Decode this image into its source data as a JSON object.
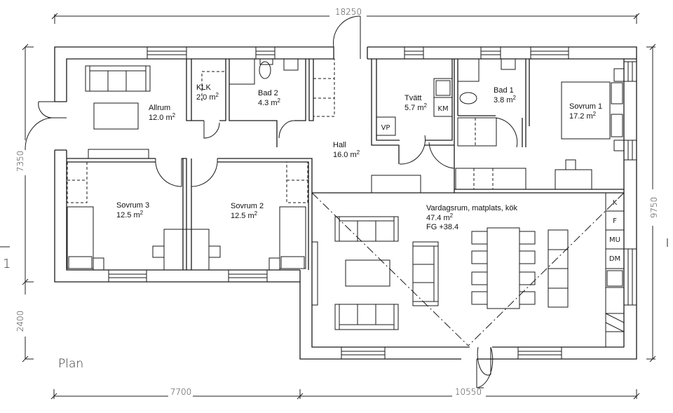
{
  "plan": {
    "title": "Plan",
    "section_marker": "1",
    "area_unit_sup": "2",
    "rooms": [
      {
        "name": "Allrum",
        "area": "12.0 m",
        "sup": "2"
      },
      {
        "name": "KLK",
        "area": "2.0 m",
        "sup": "2"
      },
      {
        "name": "Bad 2",
        "area": "4.3 m",
        "sup": "2"
      },
      {
        "name": "Hall",
        "area": "16.0 m",
        "sup": "2"
      },
      {
        "name": "Tvätt",
        "area": "5.7 m",
        "sup": "2"
      },
      {
        "name": "Bad 1",
        "area": "3.8 m",
        "sup": "2"
      },
      {
        "name": "Sovrum 1",
        "area": "17.2 m",
        "sup": "2"
      },
      {
        "name": "Sovrum 3",
        "area": "12.5 m",
        "sup": "2"
      },
      {
        "name": "Sovrum 2",
        "area": "12.5 m",
        "sup": "2"
      },
      {
        "name": "Vardagsrum, matplats, kök",
        "area": "47.4 m",
        "sup": "2",
        "note": "FG +38.4"
      }
    ],
    "appliances": [
      "VP",
      "KM",
      "K",
      "F",
      "MU",
      "DM"
    ],
    "dimensions": {
      "top_total": "18250",
      "bottom_left": "7700",
      "bottom_right": "10550",
      "left_upper": "7350",
      "left_lower": "2400",
      "right_total": "9750"
    }
  }
}
